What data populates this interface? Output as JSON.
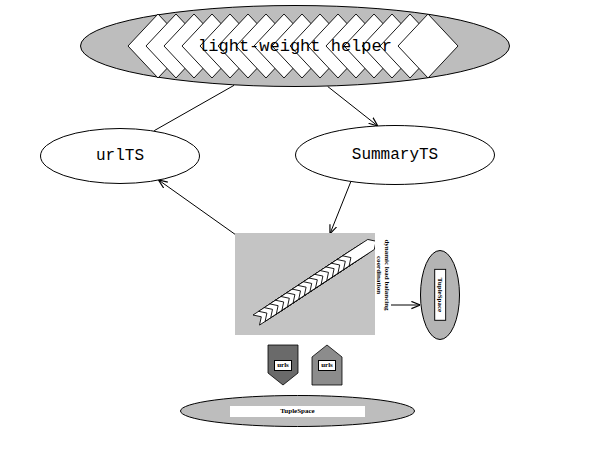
{
  "diagram": {
    "nodes": [
      {
        "text": [
          "light-weight helper"
        ]
      },
      {
        "text": [
          "urlTS"
        ]
      },
      {
        "text": [
          "SummaryTS"
        ]
      },
      {
        "text": [
          "dynamic load balancing coordination"
        ]
      },
      {
        "text": [
          "TupleSpace"
        ]
      },
      {
        "text": [
          "urls"
        ]
      },
      {
        "text": [
          "urls"
        ]
      },
      {
        "text": [
          "TupleSpace"
        ]
      }
    ],
    "edges": [
      {
        "from": 0,
        "to": 1,
        "arrow": "none"
      },
      {
        "from": 0,
        "to": 2,
        "arrow": "to"
      },
      {
        "from": 3,
        "to": 1,
        "arrow": "to"
      },
      {
        "from": 2,
        "to": 3,
        "arrow": "to"
      },
      {
        "from": 3,
        "to": 4,
        "arrow": "both"
      }
    ]
  }
}
